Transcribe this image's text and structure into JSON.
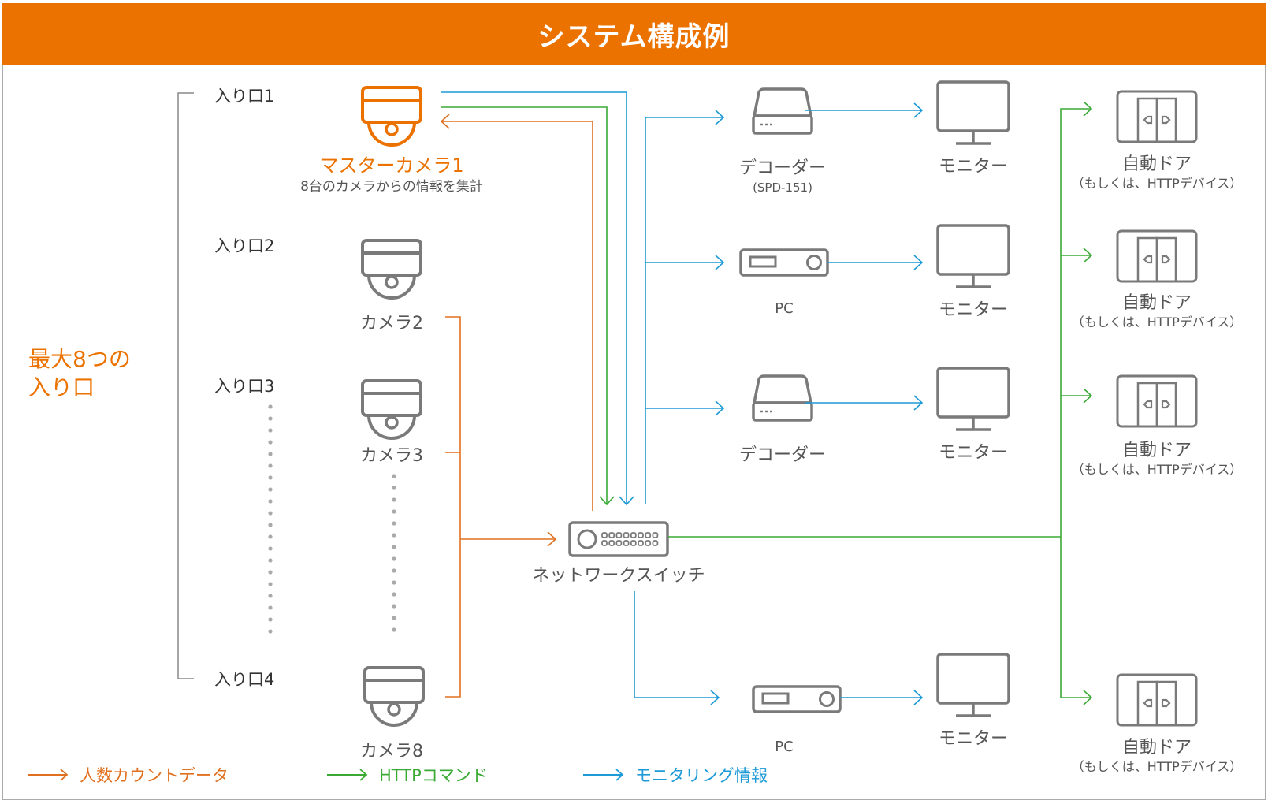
{
  "title": "システム構成例",
  "colors": {
    "accent": "#ec7200",
    "people_count": "#e07020",
    "http": "#3aaa35",
    "monitoring": "#1e9ad6",
    "icon_gray": "#7a7a7a"
  },
  "max_entrances_label": [
    "最大8つの",
    "入り口"
  ],
  "entrances": [
    {
      "label": "入り口1"
    },
    {
      "label": "入り口2"
    },
    {
      "label": "入り口3"
    },
    {
      "label": "入り口4"
    }
  ],
  "cameras": [
    {
      "label": "マスターカメラ1",
      "sublabel": "8台のカメラからの情報を集計",
      "icon": "dome-camera-icon",
      "master": true
    },
    {
      "label": "カメラ2",
      "icon": "dome-camera-icon"
    },
    {
      "label": "カメラ3",
      "icon": "dome-camera-icon"
    },
    {
      "label": "カメラ8",
      "icon": "dome-camera-icon"
    }
  ],
  "switch": {
    "label": "ネットワークスイッチ",
    "icon": "network-switch-icon"
  },
  "outputs": [
    {
      "label": "デコーダー",
      "sublabel": "(SPD-151)",
      "icon": "decoder-icon"
    },
    {
      "label": "PC",
      "icon": "pc-icon"
    },
    {
      "label": "デコーダー",
      "icon": "decoder-icon"
    },
    {
      "label": "PC",
      "icon": "pc-icon"
    }
  ],
  "monitors": [
    {
      "label": "モニター"
    },
    {
      "label": "モニター"
    },
    {
      "label": "モニター"
    },
    {
      "label": "モニター"
    }
  ],
  "doors": [
    {
      "label": "自動ドア",
      "sublabel": "（もしくは、HTTPデバイス）"
    },
    {
      "label": "自動ドア",
      "sublabel": "（もしくは、HTTPデバイス）"
    },
    {
      "label": "自動ドア",
      "sublabel": "（もしくは、HTTPデバイス）"
    },
    {
      "label": "自動ドア",
      "sublabel": "（もしくは、HTTPデバイス）"
    }
  ],
  "legend": [
    {
      "label": "人数カウントデータ",
      "color": "#e07020"
    },
    {
      "label": "HTTPコマンド",
      "color": "#3aaa35"
    },
    {
      "label": "モニタリング情報",
      "color": "#1e9ad6"
    }
  ]
}
